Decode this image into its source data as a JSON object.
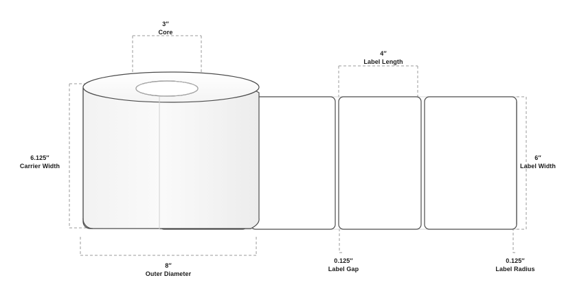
{
  "diagram": {
    "title": "Label roll dimension diagram",
    "background_color": "#ffffff",
    "line_color": "#4a4a4a",
    "dashed_color": "#8c8c8c",
    "text_color": "#1a1a1a",
    "annotations": [
      {
        "id": "core",
        "value": "3″",
        "label": "Core"
      },
      {
        "id": "label_length",
        "value": "4″",
        "label": "Label Length"
      },
      {
        "id": "carrier",
        "value": "6.125″",
        "label": "Carrier Width"
      },
      {
        "id": "label_width",
        "value": "6″",
        "label": "Label Width"
      },
      {
        "id": "outer_dia",
        "value": "8″",
        "label": "Outer Diameter"
      },
      {
        "id": "label_gap",
        "value": "0.125″",
        "label": "Label Gap"
      },
      {
        "id": "label_radius",
        "value": "0.125″",
        "label": "Label Radius"
      }
    ]
  }
}
